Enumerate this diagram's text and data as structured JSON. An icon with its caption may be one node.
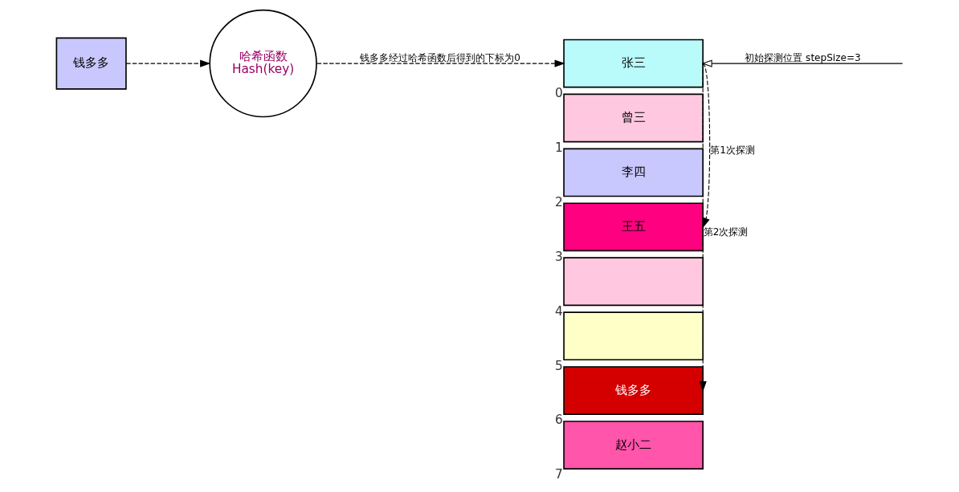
{
  "diagram": {
    "nodes": [
      {
        "text": [
          "钱多多"
        ]
      },
      {
        "text": [
          "哈希函数",
          "Hash(key)"
        ]
      },
      {
        "text": [
          "张三"
        ],
        "beside": [
          "0"
        ]
      },
      {
        "text": [
          "曾三"
        ],
        "beside": [
          "1"
        ]
      },
      {
        "text": [
          "李四"
        ],
        "beside": [
          "2"
        ]
      },
      {
        "text": [
          "王五"
        ],
        "beside": [
          "3"
        ]
      },
      {
        "text": [],
        "shape": "box",
        "beside": [
          "4"
        ]
      },
      {
        "text": [],
        "shape": "box",
        "beside": [
          "5"
        ]
      },
      {
        "text": [
          "钱多多"
        ],
        "beside": [
          "6"
        ]
      },
      {
        "text": [
          "赵小二"
        ],
        "beside": [
          "7"
        ]
      }
    ],
    "edges": [
      {
        "from": 0,
        "to": 1,
        "arrow": "to",
        "style": "dashed"
      },
      {
        "from": 1,
        "to": 2,
        "arrow": "to",
        "style": "dashed",
        "label": "钱多多经过哈希函数后得到的下标为0"
      },
      {
        "from": null,
        "to": 2,
        "arrow": "to",
        "label": "初始探测位置 stepSize=3"
      },
      {
        "from": 2,
        "to": 5,
        "arrow": "to",
        "style": "dashed",
        "label": "第1次探测"
      },
      {
        "from": 2,
        "to": 8,
        "arrow": "to",
        "style": "dashed",
        "label": "第2次探测"
      }
    ]
  }
}
